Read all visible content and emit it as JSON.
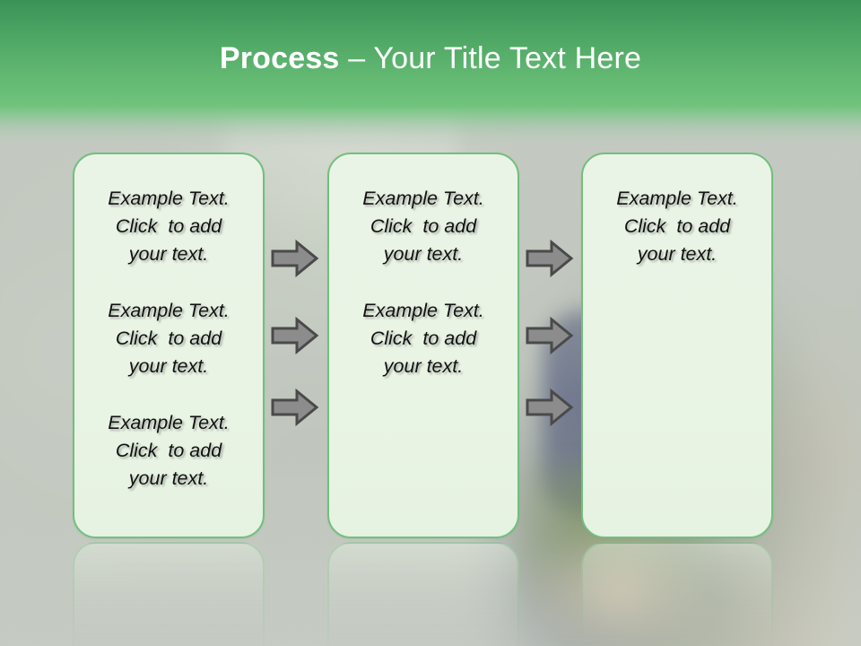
{
  "slide": {
    "title": {
      "bold_part": "Process",
      "rest_part": " – Your Title Text Here",
      "full": "Process – Your Title Text Here"
    },
    "theme": {
      "header_green_top": "#3b9257",
      "header_green_bottom": "#72c47e",
      "box_border": "#71bf7f",
      "box_fill": "#eaf4e6",
      "background": "#c3c9c0",
      "arrow_fill": "#8c8c8c",
      "arrow_stroke": "#4a4a4a",
      "text_color": "#111111",
      "title_color": "#ffffff"
    },
    "columns": [
      {
        "id": "column-1",
        "blocks": [
          "Example Text.\nClick  to add\nyour text.",
          "Example Text.\nClick  to add\nyour text.",
          "Example Text.\nClick  to add\nyour text."
        ]
      },
      {
        "id": "column-2",
        "blocks": [
          "Example Text.\nClick  to add\nyour text.",
          "Example Text.\nClick  to add\nyour text."
        ]
      },
      {
        "id": "column-3",
        "blocks": [
          "Example Text.\nClick  to add\nyour text."
        ]
      }
    ],
    "connectors": [
      {
        "id": "arrow-col1-row1",
        "icon": "right-arrow-icon"
      },
      {
        "id": "arrow-col1-row2",
        "icon": "right-arrow-icon"
      },
      {
        "id": "arrow-col1-row3",
        "icon": "right-arrow-icon"
      },
      {
        "id": "arrow-col2-row1",
        "icon": "right-arrow-icon"
      },
      {
        "id": "arrow-col2-row2",
        "icon": "right-arrow-icon"
      },
      {
        "id": "arrow-col2-row3",
        "icon": "right-arrow-icon"
      }
    ]
  }
}
